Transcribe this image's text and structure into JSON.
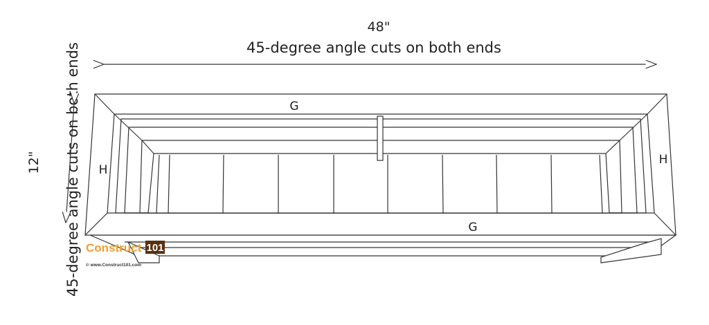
{
  "top_dimension": {
    "value": "48\"",
    "note": "45-degree angle cuts on both ends"
  },
  "side_dimension": {
    "value": "12\"",
    "note": "45-degree angle cuts on both ends"
  },
  "part_labels": {
    "top_long": "G",
    "bottom_long": "G",
    "left_short": "H",
    "right_short": "H"
  },
  "logo": {
    "brand": "Construct",
    "brand_number": "101",
    "website": "© www.Construct101.com",
    "brand_color": "#f0a030"
  }
}
